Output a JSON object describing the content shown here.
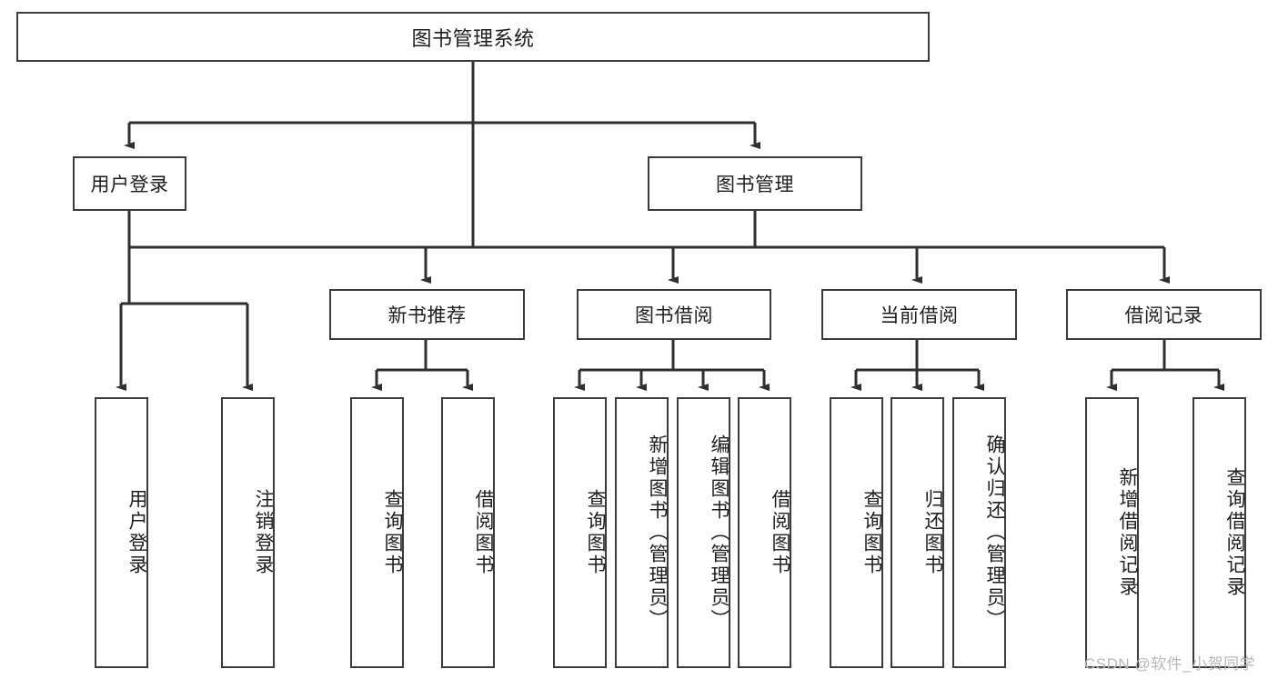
{
  "diagram": {
    "title": "图书管理系统",
    "type": "tree-hierarchy-diagram",
    "colors": {
      "box_border": "#3b3b3b",
      "box_fill": "#ffffff",
      "connector": "#2f2f2f",
      "text": "#1e1e1e",
      "watermark": "#b9b9b9",
      "background": "#ffffff"
    },
    "root": {
      "label": "图书管理系统"
    },
    "level2": [
      {
        "label": "用户登录"
      },
      {
        "label": "图书管理"
      }
    ],
    "level3": [
      {
        "label": "新书推荐"
      },
      {
        "label": "图书借阅"
      },
      {
        "label": "当前借阅"
      },
      {
        "label": "借阅记录"
      }
    ],
    "leaves": {
      "user_login": [
        {
          "label": "用户登录"
        },
        {
          "label": "注销登录"
        }
      ],
      "new_book_recommend": [
        {
          "label": "查询图书"
        },
        {
          "label": "借阅图书"
        }
      ],
      "book_borrow": [
        {
          "label": "查询图书"
        },
        {
          "label": "新增图书（管理员）"
        },
        {
          "label": "编辑图书（管理员）"
        },
        {
          "label": "借阅图书"
        }
      ],
      "current_borrow": [
        {
          "label": "查询图书"
        },
        {
          "label": "归还图书"
        },
        {
          "label": "确认归还（管理员）"
        }
      ],
      "borrow_record": [
        {
          "label": "新增借阅记录"
        },
        {
          "label": "查询借阅记录"
        }
      ]
    }
  },
  "watermark": {
    "text": "CSDN @软件_小贺同学"
  }
}
